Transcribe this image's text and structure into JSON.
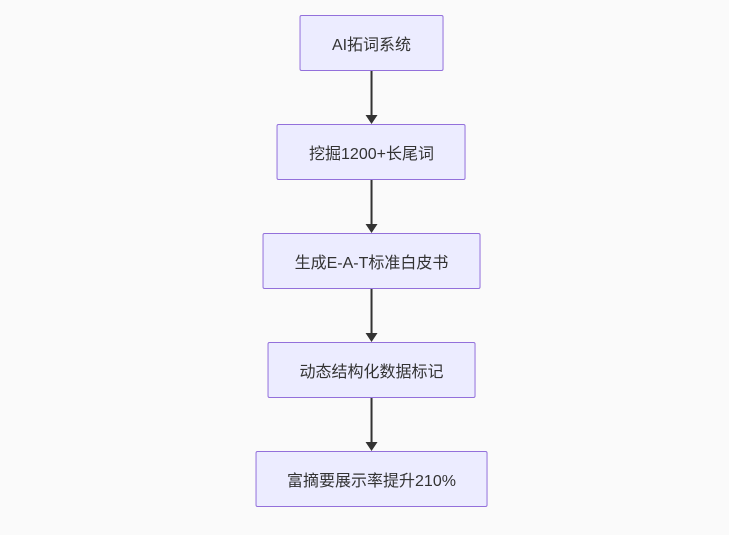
{
  "flowchart": {
    "type": "vertical-flowchart",
    "background_color": "#fafafa",
    "node_fill_color": "#ECECFF",
    "node_border_color": "#9370DB",
    "text_color": "#333333",
    "arrow_color": "#333333",
    "nodes": [
      {
        "label": "AI拓词系统"
      },
      {
        "label": "挖掘1200+长尾词"
      },
      {
        "label": "生成E-A-T标准白皮书"
      },
      {
        "label": "动态结构化数据标记"
      },
      {
        "label": "富摘要展示率提升210%"
      }
    ]
  }
}
